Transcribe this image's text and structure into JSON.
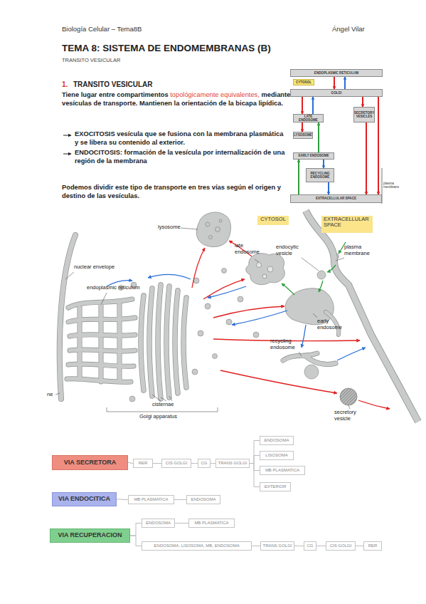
{
  "diagram": {
    "title": "TEMA 8: SISTEMA DE ENDOMEMBRANAS (B)",
    "nodes": [
      {
        "text": [
          "ENDOPLASMIC RETICULUM"
        ]
      },
      {
        "text": [
          "CYTOSOL"
        ]
      },
      {
        "text": [
          "GOLGI"
        ]
      },
      {
        "text": [
          "LATE ENDOSOME"
        ]
      },
      {
        "text": [
          "SECRETORY VESICLES"
        ]
      },
      {
        "text": [
          "LYSOSOME"
        ]
      },
      {
        "text": [
          "EARLY ENDOSOME"
        ]
      },
      {
        "text": [
          "RECYCLING ENDOSOME"
        ]
      },
      {
        "text": [
          "EXTRACELLULAR SPACE"
        ]
      },
      {
        "text": [
          "CYTOSOL"
        ]
      },
      {
        "text": [
          "EXTRACELLULAR SPACE"
        ]
      },
      {
        "text": [
          "VIA SECRETORA"
        ]
      },
      {
        "text": [
          "RER"
        ]
      },
      {
        "text": [
          "CIS GOLGI"
        ]
      },
      {
        "text": [
          "CG"
        ]
      },
      {
        "text": [
          "TRANS GOLGI"
        ]
      },
      {
        "text": [
          "ENDOSOMA"
        ]
      },
      {
        "text": [
          "LISOSOMA"
        ]
      },
      {
        "text": [
          "MB PLASMATICA"
        ]
      },
      {
        "text": [
          "EXTERIOR"
        ]
      },
      {
        "text": [
          "VIA ENDOCITICA"
        ]
      },
      {
        "text": [
          "MB PLASMATICA"
        ]
      },
      {
        "text": [
          "ENDOSOMA"
        ]
      },
      {
        "text": [
          "VIA RECUPERACION"
        ]
      },
      {
        "text": [
          "ENDOSOMA"
        ]
      },
      {
        "text": [
          "MB PLASMATICA"
        ]
      },
      {
        "text": [
          "ENDOSOMA, LISOSOMA, MB, ENDOSOMA"
        ]
      },
      {
        "text": [
          "TRANS GOLGI"
        ]
      },
      {
        "text": [
          "CG"
        ]
      },
      {
        "text": [
          "CIS GOLGI"
        ]
      },
      {
        "text": [
          "RER"
        ]
      }
    ],
    "edges": [
      {
        "from": 0,
        "to": 2,
        "arrow": "to"
      },
      {
        "from": 2,
        "to": 0,
        "arrow": "to"
      },
      {
        "from": 2,
        "to": 3,
        "arrow": "to"
      },
      {
        "from": 3,
        "to": 2,
        "arrow": "to"
      },
      {
        "from": 3,
        "to": 5,
        "arrow": "to"
      },
      {
        "from": 2,
        "to": 4,
        "arrow": "to"
      },
      {
        "from": 4,
        "to": 8,
        "arrow": "to"
      },
      {
        "from": 2,
        "to": 8,
        "arrow": "to"
      },
      {
        "from": 6,
        "to": 3,
        "arrow": "to"
      },
      {
        "from": 8,
        "to": 6,
        "arrow": "to"
      },
      {
        "from": 6,
        "to": 7,
        "arrow": "to"
      },
      {
        "from": 7,
        "to": 8,
        "arrow": "to"
      },
      {
        "from": 11,
        "to": 12,
        "arrow": "none"
      },
      {
        "from": 12,
        "to": 13,
        "arrow": "none"
      },
      {
        "from": 13,
        "to": 14,
        "arrow": "none"
      },
      {
        "from": 14,
        "to": 15,
        "arrow": "none"
      },
      {
        "from": 15,
        "to": 16,
        "arrow": "none"
      },
      {
        "from": 15,
        "to": 17,
        "arrow": "none"
      },
      {
        "from": 15,
        "to": 18,
        "arrow": "none"
      },
      {
        "from": 15,
        "to": 19,
        "arrow": "none"
      },
      {
        "from": 20,
        "to": 21,
        "arrow": "none"
      },
      {
        "from": 21,
        "to": 22,
        "arrow": "none"
      },
      {
        "from": 23,
        "to": 24,
        "arrow": "none"
      },
      {
        "from": 23,
        "to": 26,
        "arrow": "none"
      },
      {
        "from": 24,
        "to": 25,
        "arrow": "none"
      },
      {
        "from": 26,
        "to": 27,
        "arrow": "none"
      },
      {
        "from": 27,
        "to": 28,
        "arrow": "none"
      },
      {
        "from": 28,
        "to": 29,
        "arrow": "none"
      },
      {
        "from": 29,
        "to": 30,
        "arrow": "none"
      }
    ],
    "labels": [
      "Biología Celular – Tema8B",
      "Ángel Vilar",
      "TRANSITO VESICULAR",
      "1.",
      "TRANSITO VESICULAR",
      "Tiene lugar entre compartimentos",
      "topológicamente equivalentes,",
      "mediante vesículas de transporte. Mantienen la orientación de la bicapa lipídica.",
      "EXOCITOSIS vesícula que se fusiona con la membrana plasmática y se libera su contenido al exterior.",
      "ENDOCITOSIS: formación de la vesícula por internalización de una región de la membrana",
      "Podemos dividir este tipo de transporte en tres vías según el origen y destino de las vesículas.",
      "plasma membrane",
      "lysosome",
      "late endosome",
      "endocytic vesicle",
      "plasma membrane",
      "nuclear envelope",
      "endoplasmic reticulum",
      "early endosome",
      "recycling endosome",
      "ne",
      "cisternae",
      "Golgi apparatus",
      "secretory vesicle"
    ]
  }
}
